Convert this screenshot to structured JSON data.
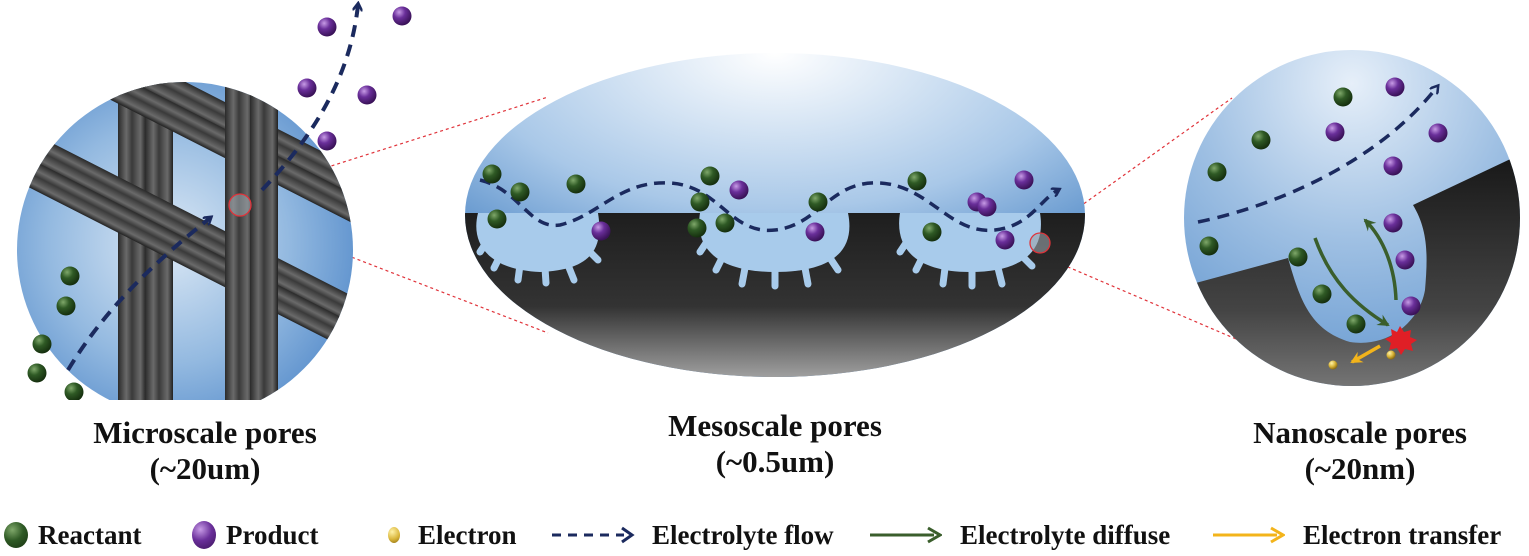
{
  "panels": {
    "micro": {
      "title": "Microscale pores",
      "size": "(~20um)"
    },
    "meso": {
      "title": "Mesoscale pores",
      "size": "(~0.5um)"
    },
    "nano": {
      "title": "Nanoscale pores",
      "size": "(~20nm)"
    }
  },
  "legend": {
    "reactant": {
      "label": "Reactant",
      "color": "#2f5a25"
    },
    "product": {
      "label": "Product",
      "color": "#6a2f9a"
    },
    "electron": {
      "label": "Electron",
      "color": "#d9b53a"
    },
    "flow": {
      "label": "Electrolyte flow",
      "color": "#1b2a5e",
      "icon": "dashed-arrow-icon"
    },
    "diffuse": {
      "label": "Electrolyte diffuse",
      "color": "#3a5e2c",
      "icon": "solid-arrow-icon"
    },
    "transfer": {
      "label": "Electron transfer",
      "color": "#f3b41b",
      "icon": "solid-arrow-icon"
    }
  },
  "colors": {
    "electrolyte": "#6f9fd3",
    "fiber": "#3d3d3d",
    "zoom_line": "#e0333a",
    "reaction_site": "#e01f26"
  }
}
